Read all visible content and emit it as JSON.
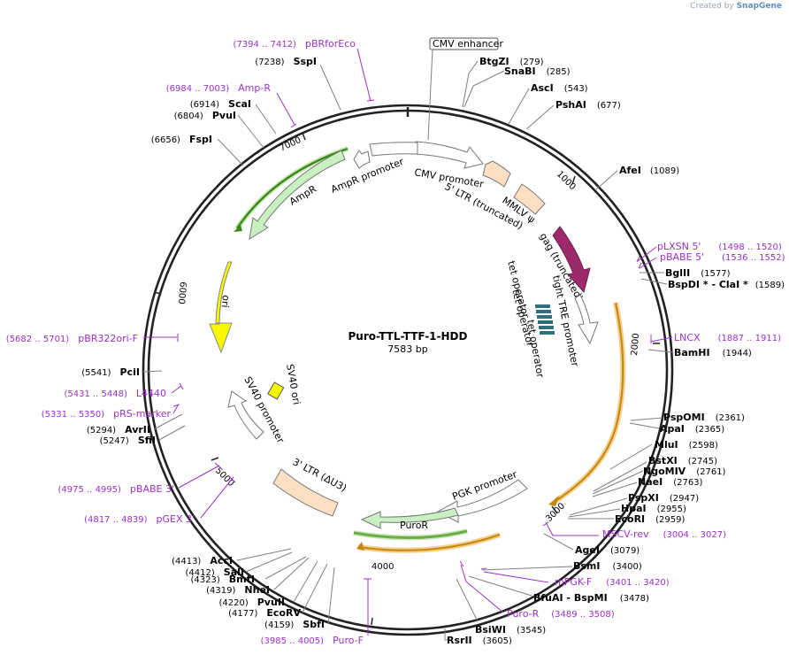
{
  "watermark": {
    "prefix": "Created by",
    "brand": "SnapGene"
  },
  "plasmid": {
    "name": "Puro-TTL-TTF-1-HDD",
    "length_label": "7583 bp",
    "length": 7583
  },
  "colors": {
    "backbone": "#222222",
    "site_line": "#808080",
    "primer": "#9b30c8",
    "primer_label": "#9b30c8",
    "ampR": "#c8f0c0",
    "ampR_edge": "#3a8a1a",
    "ori": "#f7f700",
    "ltr": "#fde0c4",
    "gag": "#9c2a6a",
    "tet": "#2f6f80",
    "promoter": "#ffffff",
    "orange_track": "#e09a20"
  },
  "ticks": [
    {
      "bp": 1000,
      "label": "1000"
    },
    {
      "bp": 2000,
      "label": "2000"
    },
    {
      "bp": 3000,
      "label": "3000"
    },
    {
      "bp": 4000,
      "label": "4000"
    },
    {
      "bp": 5000,
      "label": "5000"
    },
    {
      "bp": 6000,
      "label": "6000"
    },
    {
      "bp": 7000,
      "label": "7000"
    }
  ],
  "features": [
    {
      "name": "CMV promoter",
      "type": "promoter",
      "start": 0,
      "end": 270,
      "label": "CMV promoter"
    },
    {
      "name": "CMV enhancer",
      "type": "boxlabel",
      "start": 0,
      "end": 0,
      "label": "CMV enhancer"
    },
    {
      "name": "5' LTR (truncated)",
      "type": "ltr",
      "start": 290,
      "end": 470,
      "label": "5' LTR (truncated)"
    },
    {
      "name": "MMLV psi",
      "type": "ltr",
      "start": 580,
      "end": 770,
      "label": "MMLV ψ"
    },
    {
      "name": "gag (truncated)",
      "type": "gag",
      "start": 1000,
      "end": 1420,
      "label": "gag (truncated)"
    },
    {
      "name": "tight TRE promoter",
      "type": "promoter",
      "start": 1580,
      "end": 1900,
      "label": "tight TRE promoter"
    },
    {
      "name": "tet operator",
      "type": "tet",
      "start": 1570,
      "end": 1700,
      "label": "tet operator"
    },
    {
      "name": "PGK promoter",
      "type": "promoter",
      "start": 3100,
      "end": 3600,
      "label": "PGK promoter"
    },
    {
      "name": "PuroR",
      "type": "cds",
      "start": 3620,
      "end": 4220,
      "label": "PuroR"
    },
    {
      "name": "3' LTR (ΔU3)",
      "type": "ltr",
      "start": 4310,
      "end": 4580,
      "label": "3' LTR (ΔU3)"
    },
    {
      "name": "SV40 promoter",
      "type": "promoter",
      "start": 5100,
      "end": 5440,
      "label": "SV40 promoter"
    },
    {
      "name": "SV40 ori",
      "type": "ori_small",
      "start": 5250,
      "end": 5330,
      "label": "SV40 ori"
    },
    {
      "name": "ori",
      "type": "ori",
      "start": 5640,
      "end": 6230,
      "label": "ori"
    },
    {
      "name": "AmpR",
      "type": "cds",
      "start": 6300,
      "end": 7160,
      "label": "AmpR"
    },
    {
      "name": "AmpR promoter",
      "type": "promoter",
      "start": 7180,
      "end": 7280,
      "label": "AmpR promoter"
    }
  ],
  "enzymes": [
    {
      "name": "BtgZI",
      "pos": "(279)"
    },
    {
      "name": "SnaBI",
      "pos": "(285)"
    },
    {
      "name": "AscI",
      "pos": "(543)"
    },
    {
      "name": "PshAI",
      "pos": "(677)"
    },
    {
      "name": "AfeI",
      "pos": "(1089)"
    },
    {
      "name": "BglII",
      "pos": "(1577)"
    },
    {
      "name": "BspDI *  - ClaI *",
      "pos": "(1589)"
    },
    {
      "name": "BamHI",
      "pos": "(1944)"
    },
    {
      "name": "PspOMI",
      "pos": "(2361)"
    },
    {
      "name": "ApaI",
      "pos": "(2365)"
    },
    {
      "name": "MluI",
      "pos": "(2598)"
    },
    {
      "name": "BstXI",
      "pos": "(2745)"
    },
    {
      "name": "NgoMIV",
      "pos": "(2761)"
    },
    {
      "name": "NaeI",
      "pos": "(2763)"
    },
    {
      "name": "PspXI",
      "pos": "(2947)"
    },
    {
      "name": "HpaI",
      "pos": "(2955)"
    },
    {
      "name": "EcoRI",
      "pos": "(2959)"
    },
    {
      "name": "AgeI",
      "pos": "(3079)"
    },
    {
      "name": "BsmI",
      "pos": "(3400)"
    },
    {
      "name": "BfuAI  - BspMI",
      "pos": "(3478)"
    },
    {
      "name": "BsiWI",
      "pos": "(3545)"
    },
    {
      "name": "RsrII",
      "pos": "(3605)"
    },
    {
      "name": "SbfI",
      "pos": "(4159)"
    },
    {
      "name": "EcoRV",
      "pos": "(4177)"
    },
    {
      "name": "PvuII",
      "pos": "(4220)"
    },
    {
      "name": "NheI",
      "pos": "(4319)"
    },
    {
      "name": "BmtI",
      "pos": "(4323)"
    },
    {
      "name": "SalI",
      "pos": "(4412)"
    },
    {
      "name": "AccI",
      "pos": "(4413)"
    },
    {
      "name": "SfiI",
      "pos": "(5247)"
    },
    {
      "name": "AvrII",
      "pos": "(5294)"
    },
    {
      "name": "PciI",
      "pos": "(5541)"
    },
    {
      "name": "FspI",
      "pos": "(6656)"
    },
    {
      "name": "PvuI",
      "pos": "(6804)"
    },
    {
      "name": "ScaI",
      "pos": "(6914)"
    },
    {
      "name": "SspI",
      "pos": "(7238)"
    }
  ],
  "primers": [
    {
      "name": "pBRforEco",
      "range": "(7394 .. 7412)"
    },
    {
      "name": "Amp-R",
      "range": "(6984 .. 7003)"
    },
    {
      "name": "pLXSN 5'",
      "range": "(1498 .. 1520)"
    },
    {
      "name": "pBABE 5'",
      "range": "(1536 .. 1552)"
    },
    {
      "name": "LNCX",
      "range": "(1887 .. 1911)"
    },
    {
      "name": "MSCV-rev",
      "range": "(3004 .. 3027)"
    },
    {
      "name": "mPGK-F",
      "range": "(3401 .. 3420)"
    },
    {
      "name": "Puro-R",
      "range": "(3489 .. 3508)"
    },
    {
      "name": "Puro-F",
      "range": "(3985 .. 4005)"
    },
    {
      "name": "pGEX 3'",
      "range": "(4817 .. 4839)"
    },
    {
      "name": "pBABE 3'",
      "range": "(4975 .. 4995)"
    },
    {
      "name": "pRS-marker",
      "range": "(5331 .. 5350)"
    },
    {
      "name": "L4440",
      "range": "(5431 .. 5448)"
    },
    {
      "name": "pBR322ori-F",
      "range": "(5682 .. 5701)"
    }
  ]
}
